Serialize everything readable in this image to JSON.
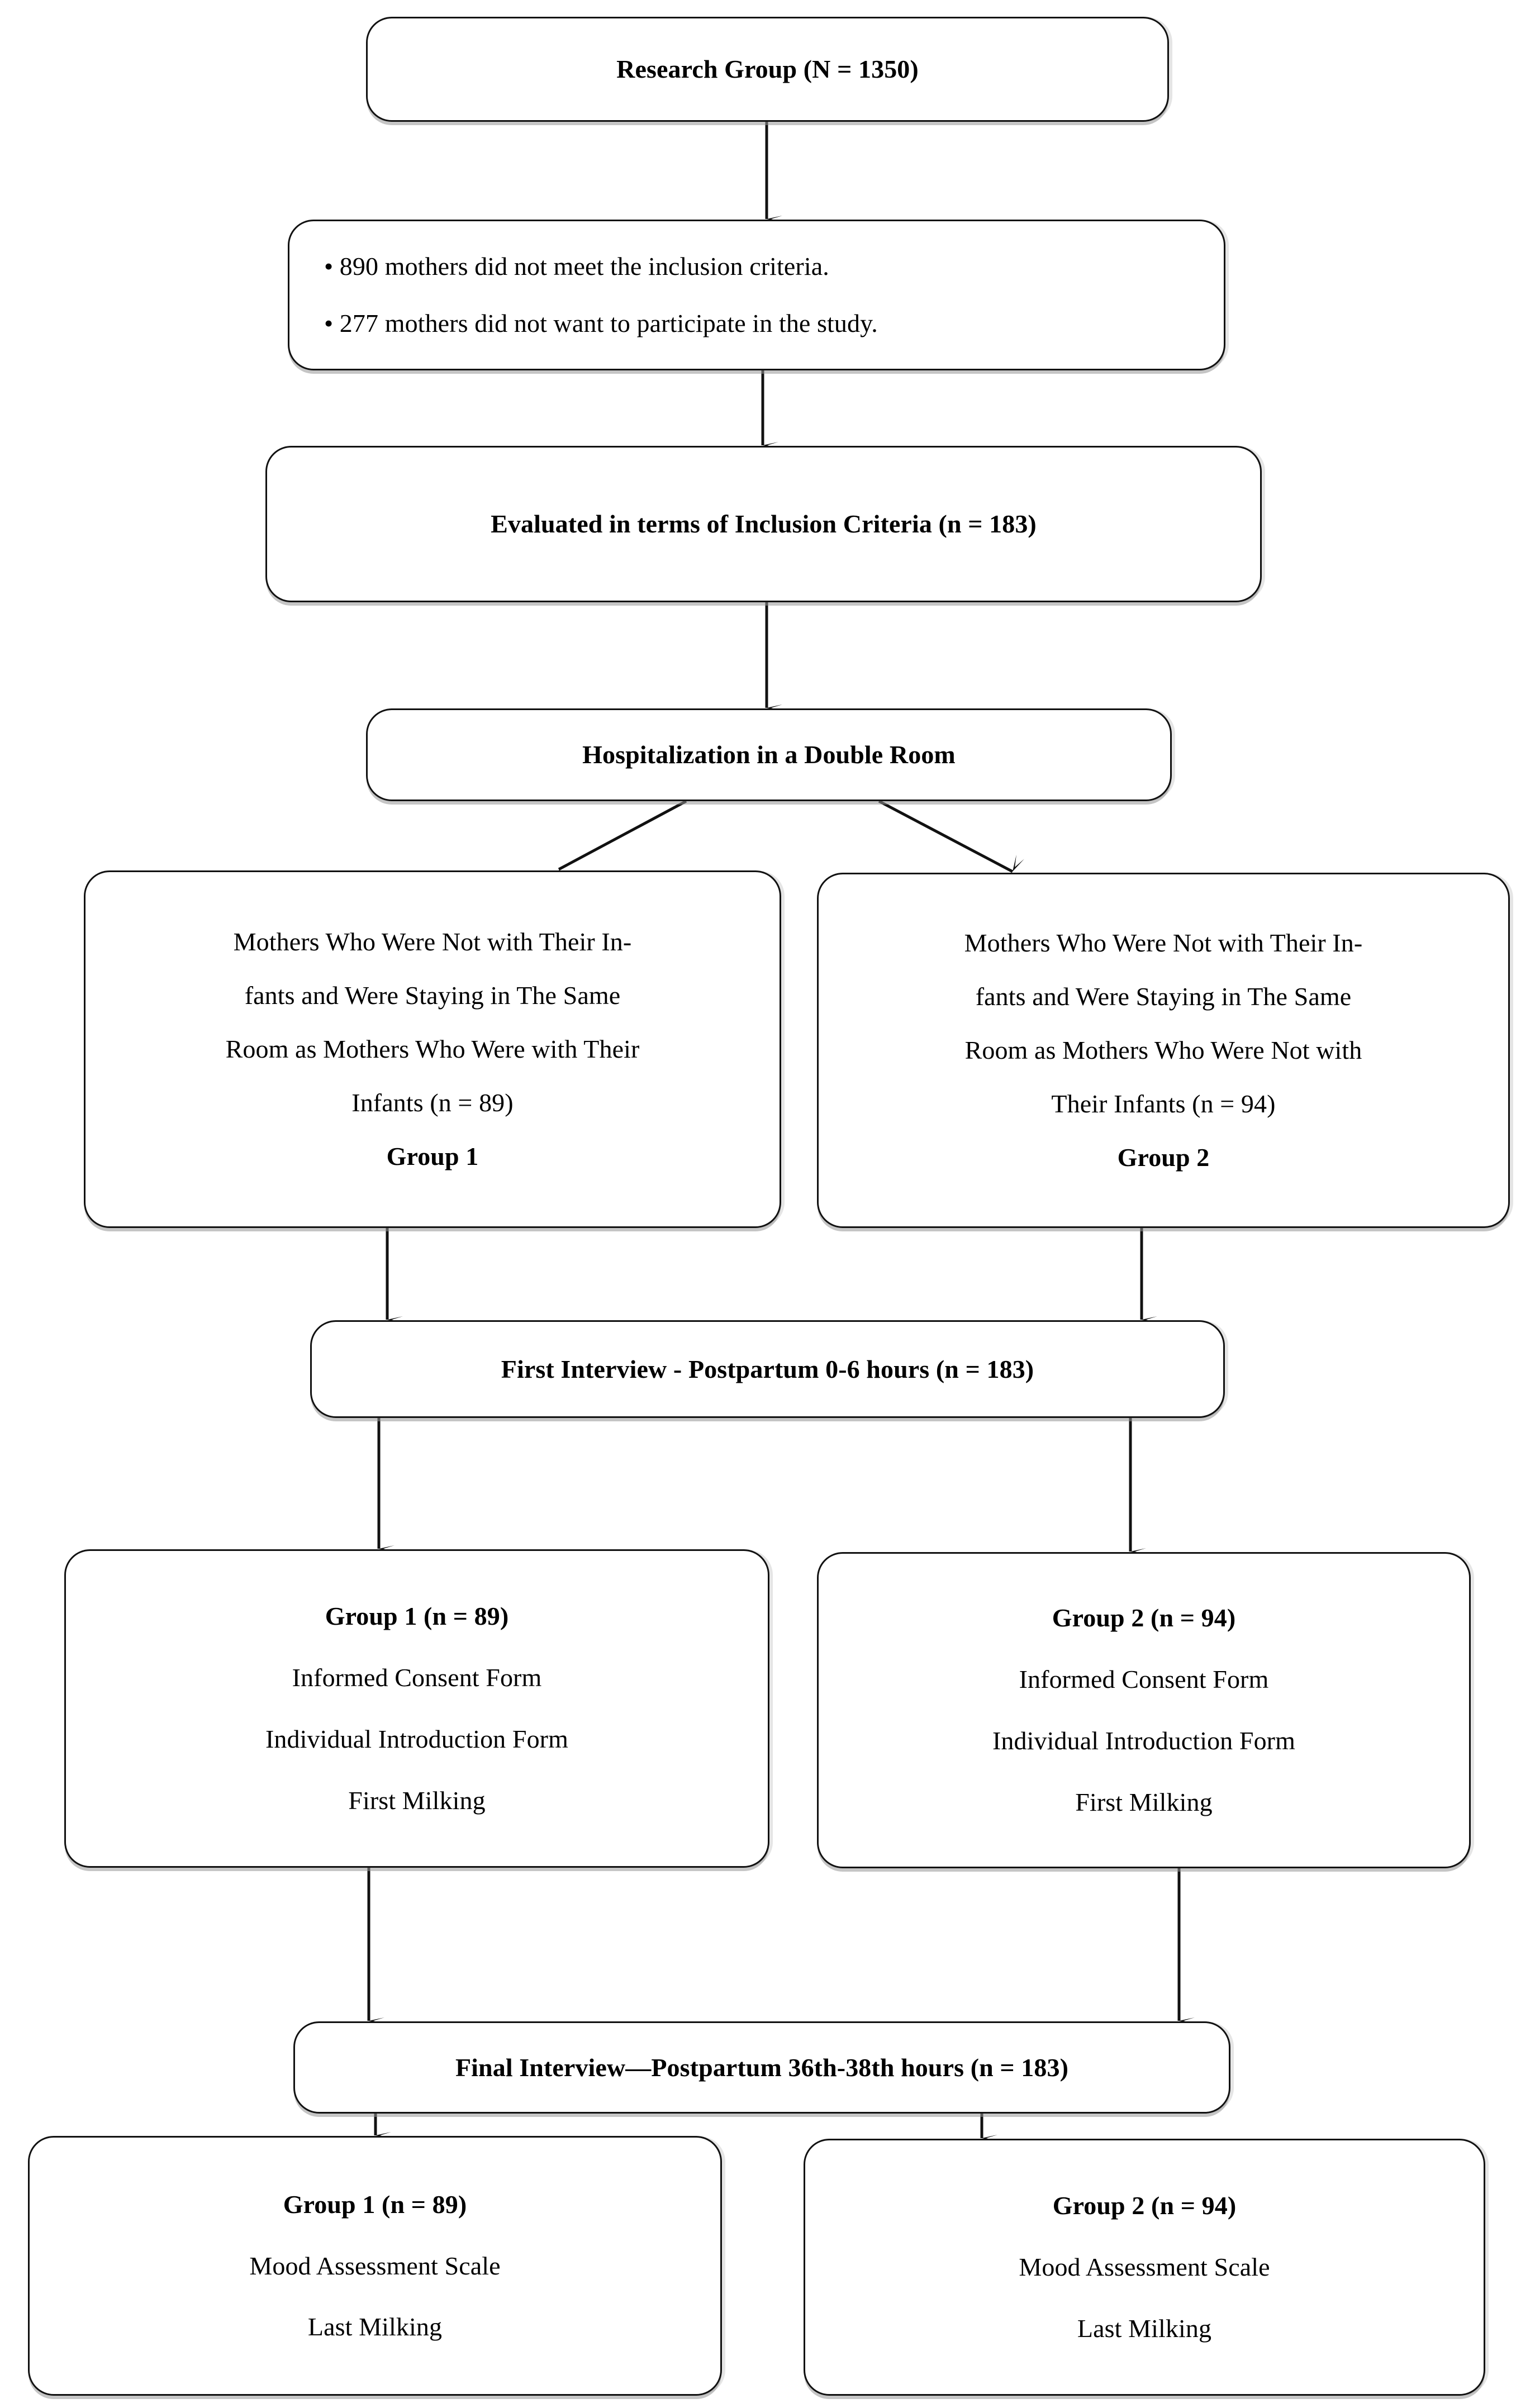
{
  "figure": {
    "type": "flowchart",
    "title": "Study flow diagram of mothers grouped by rooming-in status",
    "orientation": "top-to-bottom"
  },
  "nodes": [
    {
      "id": "research-group",
      "name": "research-group-box",
      "lines": [
        {
          "text": "Research Group (N = 1350)",
          "bold": true
        }
      ]
    },
    {
      "id": "exclusions",
      "name": "exclusions-box",
      "lines": [
        {
          "text": "• 890 mothers did not meet the inclusion criteria.",
          "bold": false
        },
        {
          "text": "• 277 mothers did not want to participate in the study.",
          "bold": false
        }
      ]
    },
    {
      "id": "evaluated",
      "name": "evaluated-inclusion-criteria-box",
      "lines": [
        {
          "text": "Evaluated in terms of Inclusion Criteria (n = 183)",
          "bold": true
        }
      ]
    },
    {
      "id": "hospitalization",
      "name": "hospitalization-box",
      "lines": [
        {
          "text": "Hospitalization in a Double Room",
          "bold": true
        }
      ]
    },
    {
      "id": "group1-allocation",
      "name": "group1-allocation-box",
      "lines": [
        {
          "text": "Mothers Who Were Not with Their In-",
          "bold": false
        },
        {
          "text": "fants and Were Staying in The Same",
          "bold": false
        },
        {
          "text": "Room as Mothers Who Were with Their",
          "bold": false
        },
        {
          "text": "Infants (n = 89)",
          "bold": false
        },
        {
          "text": "Group 1",
          "bold": true
        }
      ]
    },
    {
      "id": "group2-allocation",
      "name": "group2-allocation-box",
      "lines": [
        {
          "text": "Mothers Who Were Not with Their In-",
          "bold": false
        },
        {
          "text": "fants and Were Staying in The Same",
          "bold": false
        },
        {
          "text": "Room as Mothers Who Were Not with",
          "bold": false
        },
        {
          "text": "Their Infants (n = 94)",
          "bold": false
        },
        {
          "text": "Group 2",
          "bold": true
        }
      ]
    },
    {
      "id": "first-interview",
      "name": "first-interview-box",
      "lines": [
        {
          "text": "First Interview - Postpartum 0-6 hours (n = 183)",
          "bold": true
        }
      ]
    },
    {
      "id": "group1-first",
      "name": "group1-first-interview-tasks-box",
      "lines": [
        {
          "text": "Group 1 (n = 89)",
          "bold": true
        },
        {
          "text": "Informed Consent Form",
          "bold": false
        },
        {
          "text": "Individual Introduction Form",
          "bold": false
        },
        {
          "text": "First Milking",
          "bold": false
        }
      ]
    },
    {
      "id": "group2-first",
      "name": "group2-first-interview-tasks-box",
      "lines": [
        {
          "text": "Group 2 (n = 94)",
          "bold": true
        },
        {
          "text": "Informed Consent Form",
          "bold": false
        },
        {
          "text": "Individual Introduction Form",
          "bold": false
        },
        {
          "text": "First Milking",
          "bold": false
        }
      ]
    },
    {
      "id": "final-interview",
      "name": "final-interview-box",
      "lines": [
        {
          "text": "Final Interview—Postpartum 36th-38th hours (n = 183)",
          "bold": true
        }
      ]
    },
    {
      "id": "group1-final",
      "name": "group1-final-interview-tasks-box",
      "lines": [
        {
          "text": "Group 1 (n = 89)",
          "bold": true
        },
        {
          "text": "Mood Assessment Scale",
          "bold": false
        },
        {
          "text": "Last Milking",
          "bold": false
        }
      ]
    },
    {
      "id": "group2-final",
      "name": "group2-final-interview-tasks-box",
      "lines": [
        {
          "text": "Group 2 (n = 94)",
          "bold": true
        },
        {
          "text": "Mood Assessment Scale",
          "bold": false
        },
        {
          "text": "Last Milking",
          "bold": false
        }
      ]
    }
  ],
  "edges": [
    {
      "from": "research-group",
      "to": "exclusions",
      "name": "arrow-research-to-exclusions"
    },
    {
      "from": "exclusions",
      "to": "evaluated",
      "name": "arrow-exclusions-to-evaluated"
    },
    {
      "from": "evaluated",
      "to": "hospitalization",
      "name": "arrow-evaluated-to-hospitalization"
    },
    {
      "from": "hospitalization",
      "to": "group1-allocation",
      "name": "arrow-hospitalization-to-group1"
    },
    {
      "from": "hospitalization",
      "to": "group2-allocation",
      "name": "arrow-hospitalization-to-group2"
    },
    {
      "from": "group1-allocation",
      "to": "first-interview",
      "name": "arrow-group1-to-first-interview"
    },
    {
      "from": "group2-allocation",
      "to": "first-interview",
      "name": "arrow-group2-to-first-interview"
    },
    {
      "from": "first-interview",
      "to": "group1-first",
      "name": "arrow-first-interview-to-group1"
    },
    {
      "from": "first-interview",
      "to": "group2-first",
      "name": "arrow-first-interview-to-group2"
    },
    {
      "from": "group1-first",
      "to": "final-interview",
      "name": "arrow-group1-to-final-interview"
    },
    {
      "from": "group2-first",
      "to": "final-interview",
      "name": "arrow-group2-to-final-interview"
    },
    {
      "from": "final-interview",
      "to": "group1-final",
      "name": "arrow-final-interview-to-group1"
    },
    {
      "from": "final-interview",
      "to": "group2-final",
      "name": "arrow-final-interview-to-group2"
    }
  ],
  "colors": {
    "background": "#ffffff",
    "box_border": "#111111",
    "box_fill": "#ffffff",
    "text": "#000000",
    "connector": "#111111",
    "shadow": "#969696"
  }
}
